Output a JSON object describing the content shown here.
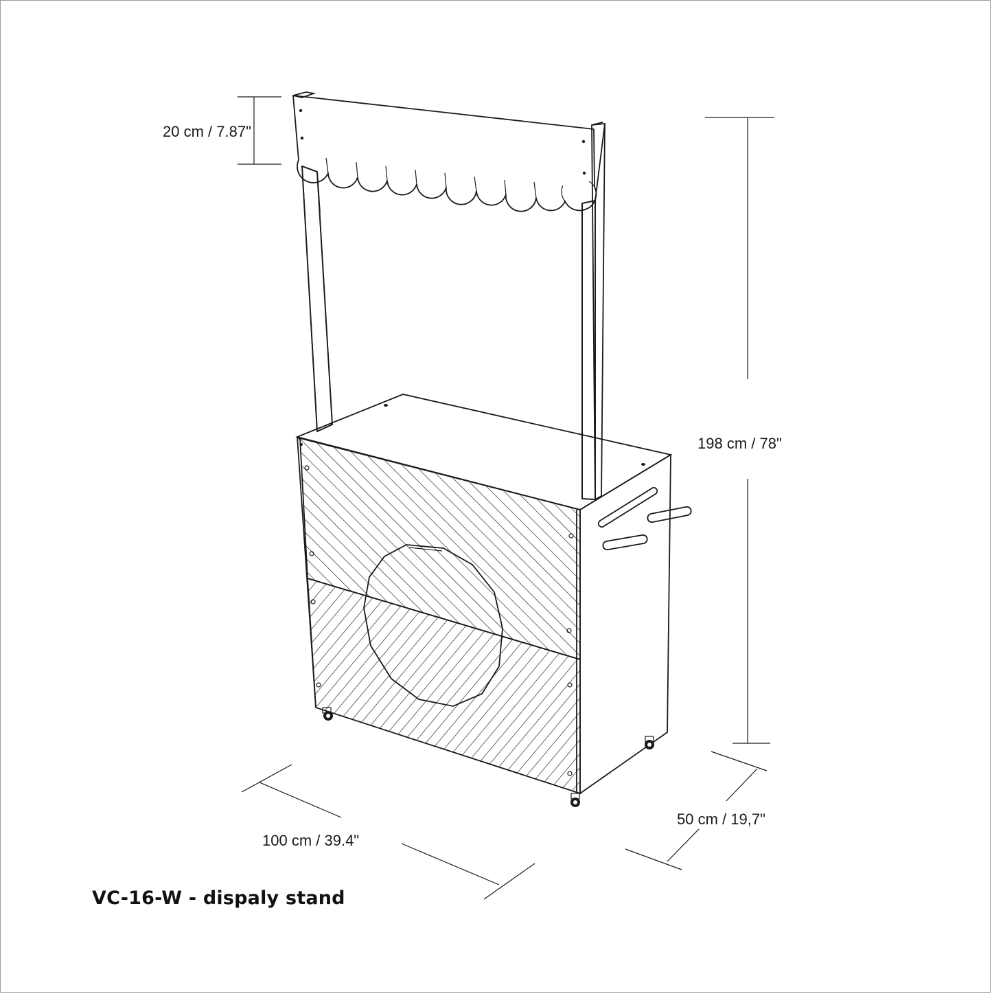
{
  "caption": "VC-16-W - dispaly stand",
  "dimensions": {
    "sign_height": "20 cm / 7.87\"",
    "total_height": "198 cm / 78\"",
    "width": "100 cm / 39.4\"",
    "depth": "50 cm / 19,7\""
  },
  "colors": {
    "line": "#1a1a1a",
    "panel": "#ffffff",
    "border": "#9a9a9a"
  }
}
